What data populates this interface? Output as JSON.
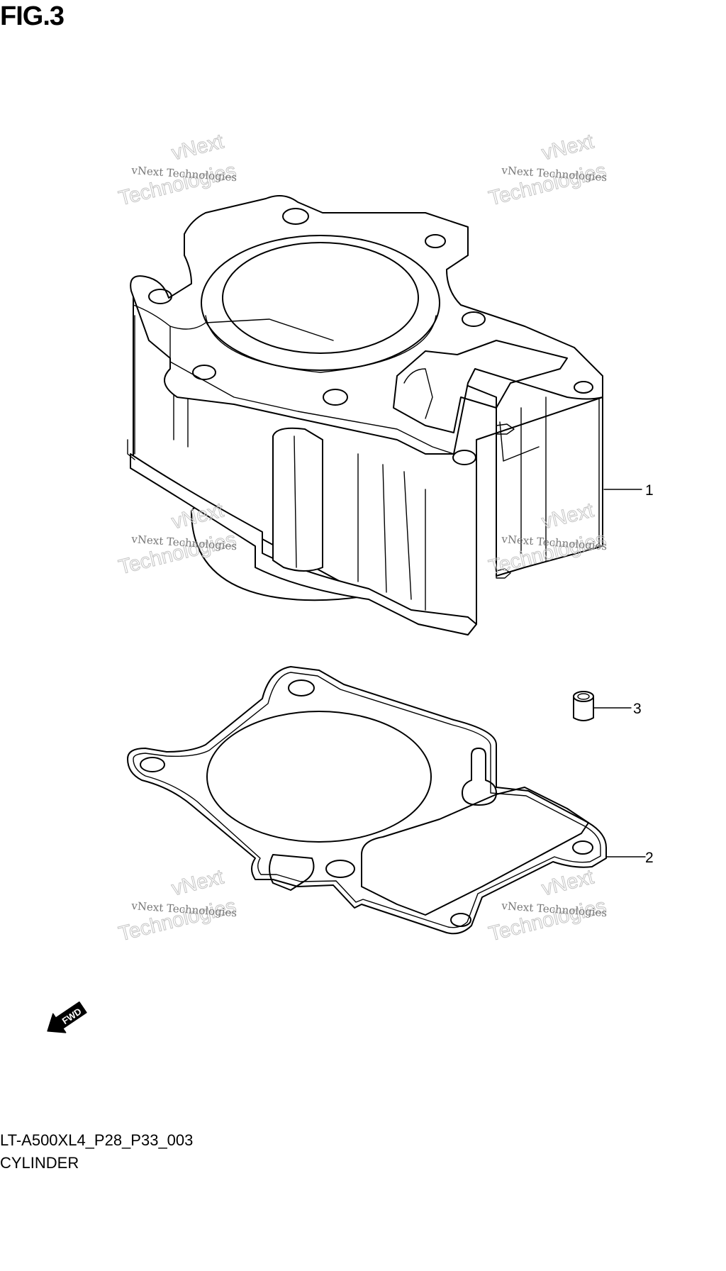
{
  "figure": {
    "title": "FIG.3"
  },
  "parts": [
    {
      "ref": "1",
      "label": "1"
    },
    {
      "ref": "2",
      "label": "2"
    },
    {
      "ref": "3",
      "label": "3"
    }
  ],
  "watermark": {
    "line1": "vNext Technologies",
    "line2": "vNext",
    "line3": "Technologies"
  },
  "fwd_arrow": {
    "label": "FWD"
  },
  "footer": {
    "code": "LT-A500XL4_P28_P33_003",
    "caption": "CYLINDER"
  },
  "colors": {
    "ink": "#000000",
    "watermark": "#888888",
    "background": "#ffffff"
  }
}
